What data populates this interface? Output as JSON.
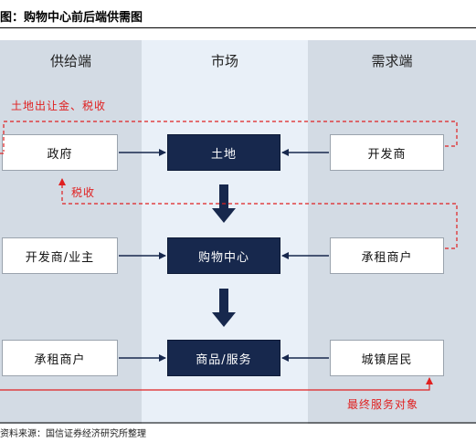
{
  "title": "图：购物中心前后端供需图",
  "columns": {
    "left": "供给端",
    "middle": "市场",
    "right": "需求端"
  },
  "boxes": {
    "left": [
      "政府",
      "开发商/业主",
      "承租商户"
    ],
    "middle": [
      "土地",
      "购物中心",
      "商品/服务"
    ],
    "right": [
      "开发商",
      "承租商户",
      "城镇居民"
    ]
  },
  "annotations": {
    "land_transfer": "土地出让金、税收",
    "tax": "税收",
    "end_consumer": "最终服务对象"
  },
  "source": "资料来源：国信证券经济研究所整理",
  "colors": {
    "center_box": "#17284d",
    "side_col_bg": "#d3dbe4",
    "mid_col_bg": "#e9f0f8",
    "annotation": "#e02020"
  }
}
